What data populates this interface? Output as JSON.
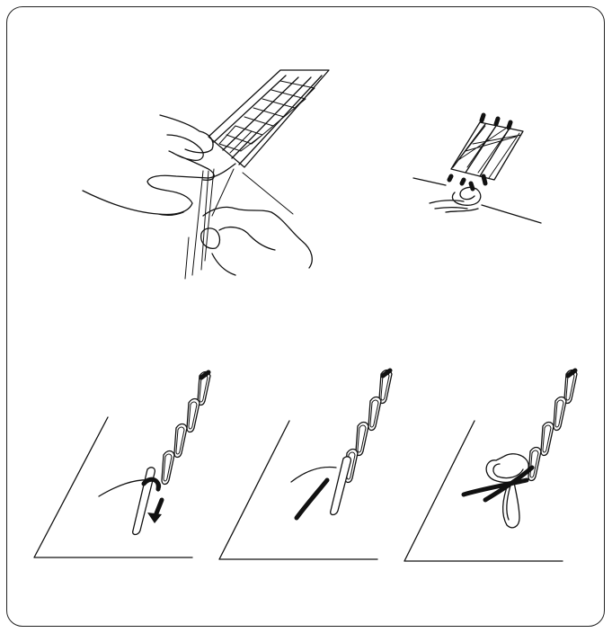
{
  "figure": {
    "panels": [
      "hands-pulling-threads",
      "threads-tied-off",
      "chain-loop-step-1",
      "chain-loop-step-2",
      "chain-loop-step-3"
    ],
    "line_color": "#111111",
    "background": "#ffffff"
  }
}
